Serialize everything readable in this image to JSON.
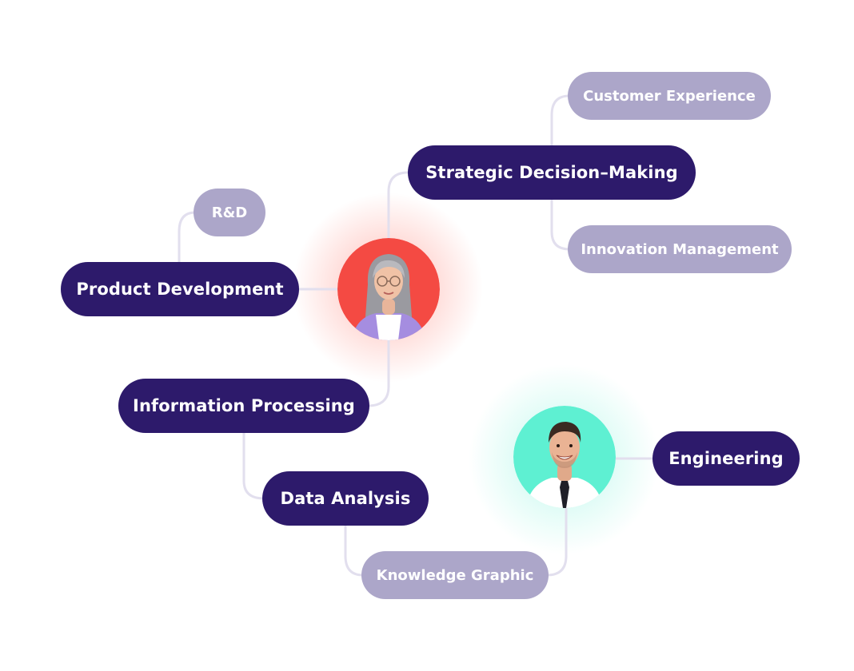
{
  "colors": {
    "primary_node": "#2d1a6b",
    "secondary_node": "#aca6c9",
    "connector": "#e2dfee",
    "avatar_woman_bg": "#f44a43",
    "avatar_man_bg": "#5ef0d2"
  },
  "nodes": {
    "strategic": "Strategic Decision–Making",
    "customer_experience": "Customer Experience",
    "innovation_management": "Innovation Management",
    "rd": "R&D",
    "product_development": "Product Development",
    "information_processing": "Information Processing",
    "data_analysis": "Data Analysis",
    "knowledge_graphic": "Knowledge Graphic",
    "engineering": "Engineering"
  },
  "avatars": {
    "woman_icon": "woman-avatar-icon",
    "man_icon": "man-avatar-icon"
  }
}
